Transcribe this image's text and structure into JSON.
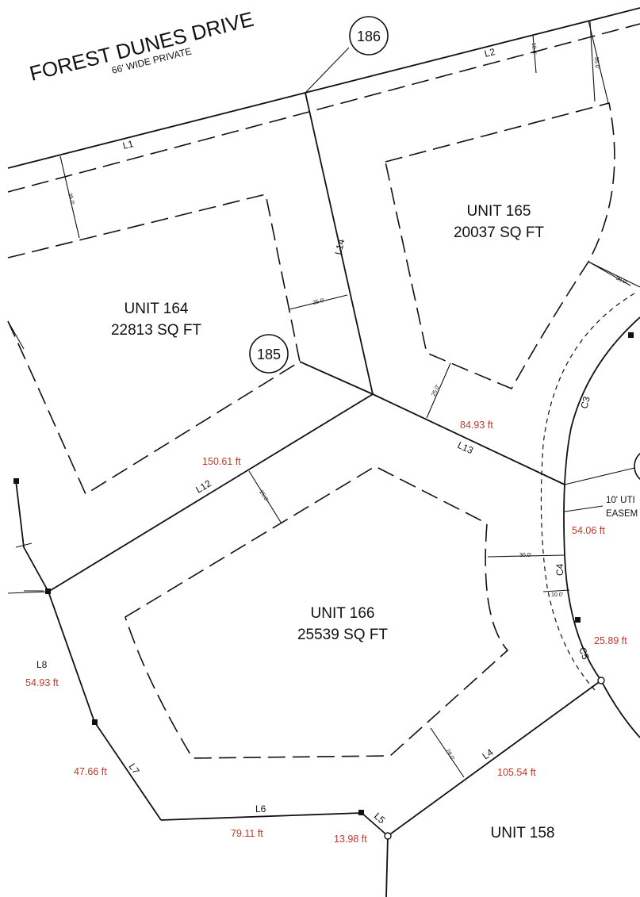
{
  "road": {
    "name": "FOREST DUNES DRIVE",
    "subtitle": "66' WIDE PRIVATE"
  },
  "units": {
    "u164": {
      "name": "UNIT 164",
      "area": "22813 SQ FT"
    },
    "u165": {
      "name": "UNIT 165",
      "area": "20037 SQ FT"
    },
    "u166": {
      "name": "UNIT 166",
      "area": "25539 SQ FT"
    },
    "u158": {
      "name": "UNIT 158"
    }
  },
  "segments": {
    "L1": "L1",
    "L2": "L2",
    "L4": "L4",
    "L5": "L5",
    "L6": "L6",
    "L7": "L7",
    "L8": "L8",
    "L12": "L12",
    "L13": "L13",
    "L14": "L14",
    "C3": "C3",
    "C4": "C4",
    "C5": "C5"
  },
  "setbacks": {
    "s35a": "35.0'",
    "s35b": "35.0'",
    "s10": "10.0'",
    "s25a": "25.0'",
    "s25b": "25.0'",
    "s25c": "25.0'",
    "s30a": "30.0'",
    "s30b": "30.0'",
    "s10b": "10.0'",
    "s28": "28.0'"
  },
  "measurements": {
    "l13": "84.93 ft",
    "l12": "150.61 ft",
    "c4": "54.06 ft",
    "c5": "25.89 ft",
    "l8": "54.93 ft",
    "l7": "47.66 ft",
    "l4": "105.54 ft",
    "l6": "79.11 ft",
    "l5": "13.98 ft"
  },
  "markers": {
    "m186": "186",
    "m185": "185"
  },
  "easement": {
    "line1": "10' UTI",
    "line2": "EASEM"
  }
}
